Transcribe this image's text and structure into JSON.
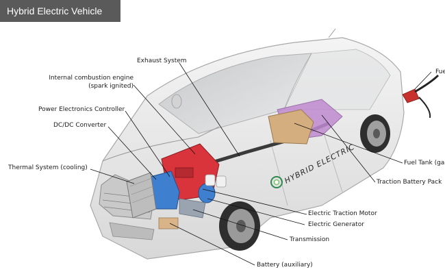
{
  "header": {
    "title": "Hybrid Electric Vehicle"
  },
  "car": {
    "side_text": "HYBRID ELECTRIC"
  },
  "labels": {
    "exhaust_system": "Exhaust System",
    "ice_line1": "Internal combustion engine",
    "ice_line2": "(spark ignited)",
    "power_electronics": "Power Electronics Controller",
    "dcdc": "DC/DC Converter",
    "thermal": "Thermal System (cooling)",
    "fuel_filler": "Fuel",
    "fuel_tank": "Fuel Tank (gasoline)",
    "traction_battery": "Traction Battery Pack",
    "traction_motor": "Electric Traction Motor",
    "generator": "Electric Generator",
    "transmission": "Transmission",
    "battery_aux": "Battery (auxiliary)"
  },
  "colors": {
    "title_bg": "#5a5a5a",
    "engine": "#d9333b",
    "traction_battery": "#c08ad0",
    "fuel_tank": "#d4ae7e",
    "motor": "#3f7fd0",
    "fuel_nozzle": "#c8312e"
  }
}
